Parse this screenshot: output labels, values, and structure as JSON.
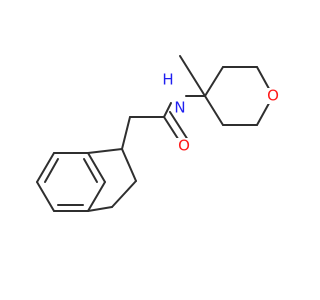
{
  "structure": {
    "atoms": {
      "nitrogen": "N",
      "hydrogen": "H",
      "oxygen": "O"
    },
    "colors": {
      "bond": "#2f2f2f",
      "nitrogen": "#1f1ff0",
      "oxygen": "#ff1a1a",
      "background": "#ffffff"
    }
  }
}
